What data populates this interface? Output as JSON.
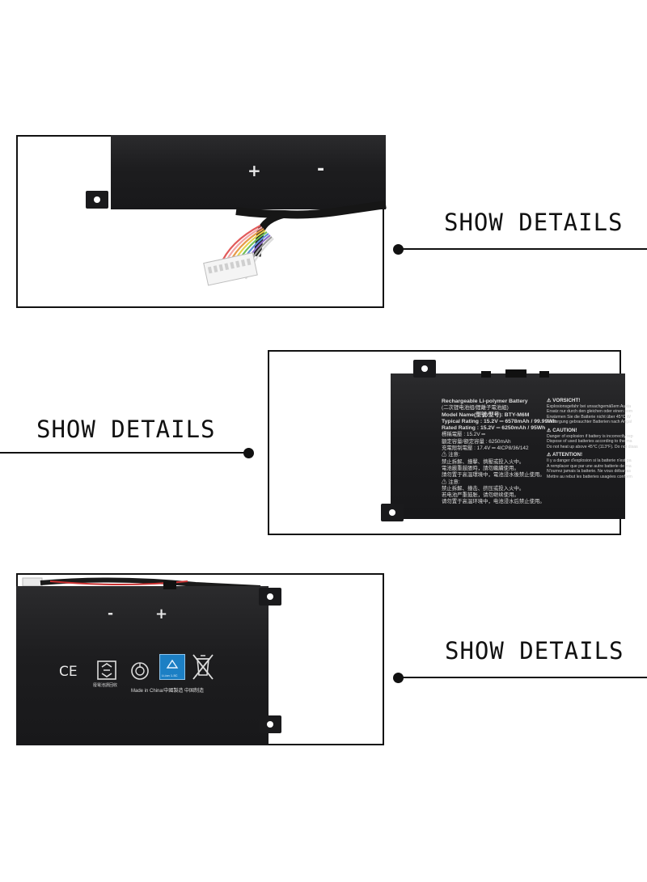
{
  "callouts": {
    "top": "SHOW DETAILS",
    "middle": "SHOW DETAILS",
    "bottom": "SHOW DETAILS"
  },
  "panel_top": {
    "plus": "+",
    "minus": "-"
  },
  "panel_label": {
    "lines": [
      "Rechargeable  Li-polymer  Battery",
      "(二次锂电池组/鋰離子電池組)",
      "Model Name(型號/型号): BTY-M6M",
      "Typical Rating : 15.2V ═ 6578mAh / 99.99Wh",
      "Rated Rating : 15.2V ═ 6250mAh / 95Wh",
      "標稱電壓 : 15.2V ═",
      "額定容量/额定容量 : 6250mAh",
      "充電限制電壓 : 17.4V ═     4ICP8/36/142",
      "⚠ 注意:",
      "禁止拆解、撞擊、擠壓或投入火中。",
      "電池嚴重鼓脹時，請勿繼續使用。",
      "請勿置于高溫環境中，電池浸水後禁止使用。",
      "⚠ 注意:",
      "禁止拆解、撞击、挤压或投入火中。",
      "若电池严重鼓胀，请勿继续使用。",
      "请勿置于高温环境中，电池浸水后禁止使用。"
    ],
    "warn_de_title": "⚠ VORSICHT!",
    "warn_de": [
      "Explosionsgefahr bei unsachgemäßem Austa",
      "Ersatz nur durch den gleichen oder einen som",
      "Erwärmen Sie die Batterie nicht über 45°C W",
      "Entsorgung gebrauchter Batterien nach Angal"
    ],
    "warn_en_title": "⚠ CAUTION!",
    "warn_en": [
      "Danger of explosion if battery is incorrectly rep",
      "Dispose of used batteries according to the ma",
      "Do not heat up above 45°C (113°F). Do not disas"
    ],
    "warn_fr_title": "⚠ ATTENTION!",
    "warn_fr": [
      "Il y a danger d'explosion si la batterie  n'est pa",
      "A remplacer que par une  autre batterie de ma",
      "N'ourrez jamais la batterie. Ne vous débarras",
      "Mettre au rebut les batteries usagées conform"
    ]
  },
  "panel_bottom": {
    "minus": "-",
    "plus": "+",
    "ce_mark": "CE",
    "recycle_caption": "廢電池請回收",
    "made_in": "Made in China/中國製造  中国制造",
    "blue_badge_caption": "Li-ion 1-5C"
  },
  "colors": {
    "battery": "#1d1d1f",
    "frame": "#111111",
    "badge": "#1c7fc4"
  }
}
